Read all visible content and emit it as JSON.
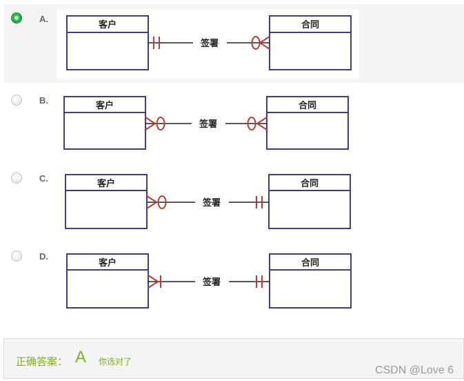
{
  "options": [
    {
      "letter": "A.",
      "selected": true,
      "left_entity": "客户",
      "relation": "签署",
      "right_entity": "合同",
      "left_notation": "one-and-only-one",
      "right_notation": "zero-or-many"
    },
    {
      "letter": "B.",
      "selected": false,
      "left_entity": "客户",
      "relation": "签署",
      "right_entity": "合同",
      "left_notation": "zero-or-many",
      "right_notation": "zero-or-many"
    },
    {
      "letter": "C.",
      "selected": false,
      "left_entity": "客户",
      "relation": "签署",
      "right_entity": "合同",
      "left_notation": "zero-or-many",
      "right_notation": "one-and-only-one"
    },
    {
      "letter": "D.",
      "selected": false,
      "left_entity": "客户",
      "relation": "签署",
      "right_entity": "合同",
      "left_notation": "one-or-many",
      "right_notation": "one-and-only-one"
    }
  ],
  "result": {
    "label": "正确答案：",
    "answer": "A",
    "feedback": "你选对了"
  },
  "watermark": "CSDN @Love 6",
  "colors": {
    "entity_border": "#3d3a8f",
    "crow_notation": "#c0392b",
    "line": "#222222",
    "correct_text": "#7ab51d",
    "selected_radio": "#1ea83c"
  }
}
